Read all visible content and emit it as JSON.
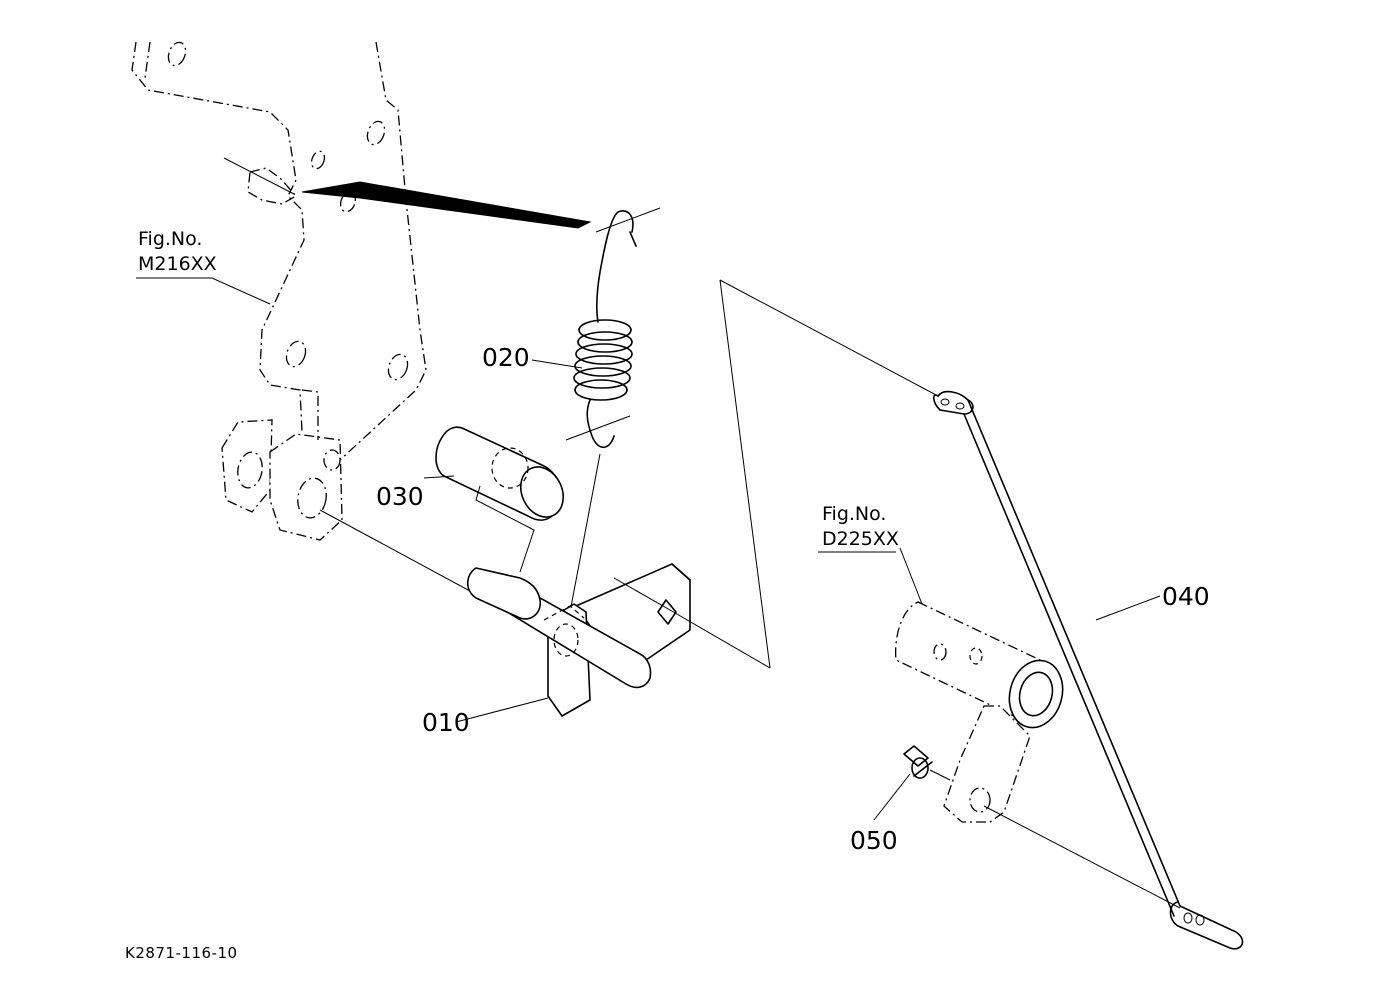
{
  "diagram": {
    "drawing_id": "K2871-116-10",
    "parts": {
      "p010": "010",
      "p020": "020",
      "p030": "030",
      "p040": "040",
      "p050": "050"
    },
    "references": {
      "ref1_caption": "Fig.No.",
      "ref1_number": "M216XX",
      "ref2_caption": "Fig.No.",
      "ref2_number": "D225XX"
    }
  }
}
